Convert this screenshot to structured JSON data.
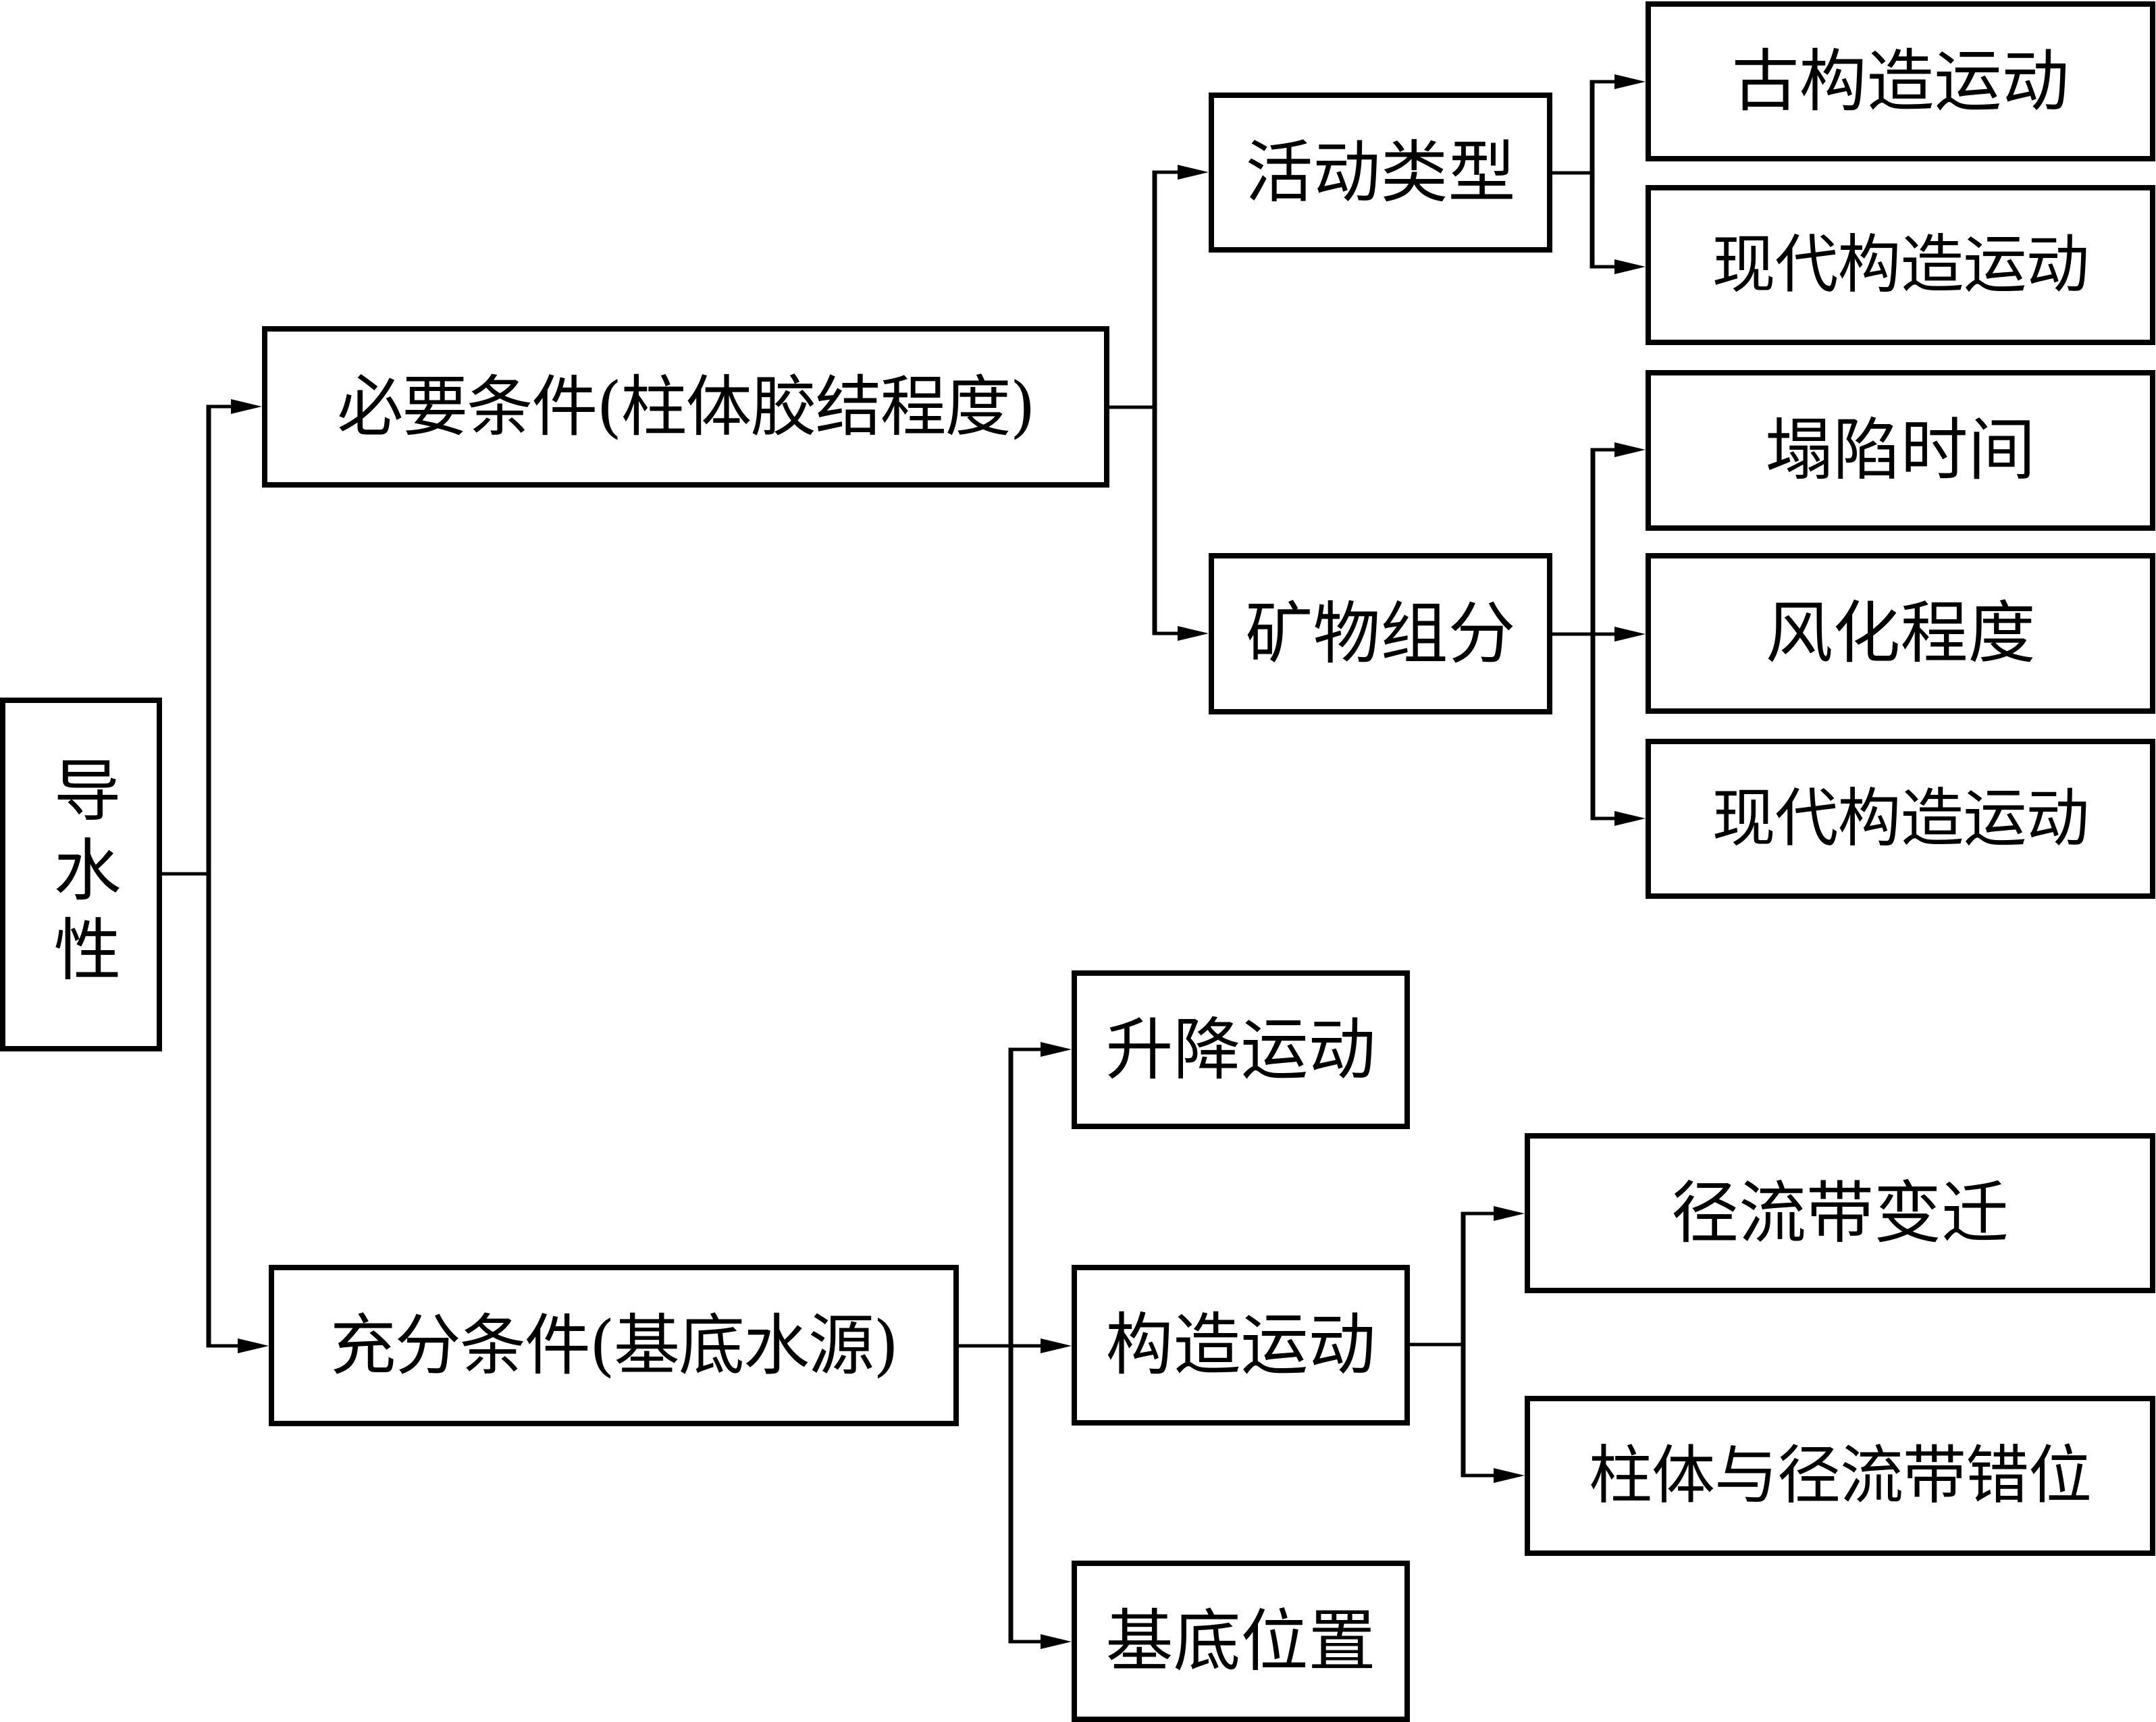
{
  "diagram": {
    "root": {
      "label": "导水性"
    },
    "necessary": {
      "label": "必要条件(柱体胶结程度)",
      "children": {
        "activity_type": {
          "label": "活动类型",
          "children": [
            "古构造运动",
            "现代构造运动"
          ]
        },
        "mineral_composition": {
          "label": "矿物组分",
          "children": [
            "塌陷时间",
            "风化程度",
            "现代构造运动"
          ]
        }
      }
    },
    "sufficient": {
      "label": "充分条件(基底水源)",
      "children": {
        "uplift": {
          "label": "升降运动"
        },
        "tectonic": {
          "label": "构造运动",
          "children": [
            "径流带变迁",
            "柱体与径流带错位"
          ]
        },
        "basement_position": {
          "label": "基底位置"
        }
      }
    },
    "colors": {
      "line": "#000000",
      "box_border": "#000000",
      "box_fill": "#ffffff",
      "text": "#000000",
      "background": "#ffffff"
    }
  }
}
